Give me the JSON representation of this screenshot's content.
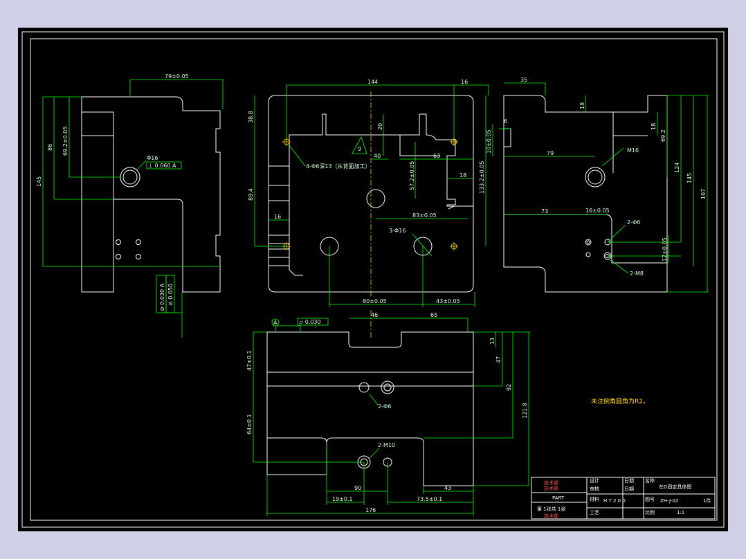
{
  "colors": {
    "background": "#cfd0e6",
    "sheet": "#000000",
    "outline": "#ffffff",
    "dimension": "#00ff00",
    "centerline": "#ffd400",
    "title_text": "#ff5050"
  },
  "dims": {
    "d79": "79±0.05",
    "d86": "86",
    "d69": "69.2±0.05",
    "d145l": "145",
    "m16_tol": "⊥ 0.060 A",
    "tol1": "⊘ 0.030 A",
    "tol2": "⊘ 0.050",
    "d144": "144",
    "d16": "16",
    "d38": "38.8",
    "d20": "20",
    "d40": "40",
    "d63": "63",
    "d89": "89.4",
    "d18": "18",
    "d57": "57.2±0.05",
    "d133": "133.2±0.05",
    "d83": "83±0.05",
    "d80": "80±0.05",
    "d43": "43±0.05",
    "d16b": "16",
    "hole4": "4-Φ6深13（从背面加工）",
    "hole3": "3-Φ16",
    "d35": "35",
    "d18r": "18",
    "d6": "6",
    "d10": "10±0.05",
    "d79r": "79",
    "m16": "M16",
    "d18r2": "18",
    "d69r": "69.2",
    "d124": "124",
    "d145r": "145",
    "d167": "167",
    "d73": "73",
    "d16r": "16±0.05",
    "hole2a": "2-Φ6",
    "hole2b": "2-M8",
    "d12": "12±0.05",
    "d46": "46",
    "d65": "65",
    "d13": "13",
    "d47": "47",
    "d47b": "47±0.1",
    "d92": "92",
    "d121": "121.8",
    "d64": "64±0.1",
    "hole2c": "2-Φ6",
    "hole2m": "2-M10",
    "d90": "90",
    "d43b": "43",
    "d19": "19±0.1",
    "d73b": "73.5±0.1",
    "d176": "176",
    "flat": "⏥ 0.030",
    "datum": "A",
    "note": "未注倒角圆角为R2。"
  },
  "title_block": {
    "title": "左D固定具体图",
    "part": "PART",
    "material": "H T 2 0 0",
    "drawing_no": "ZH-J-02",
    "quantity": "1件",
    "scale": "1:1",
    "labels": {
      "design": "设计",
      "check": "审核",
      "date": "日期",
      "name": "名称",
      "material": "材料",
      "drawing": "图号",
      "scale": "比例",
      "process": "工艺",
      "tech": "技术部",
      "sheet": "第  1张共  1张"
    }
  }
}
